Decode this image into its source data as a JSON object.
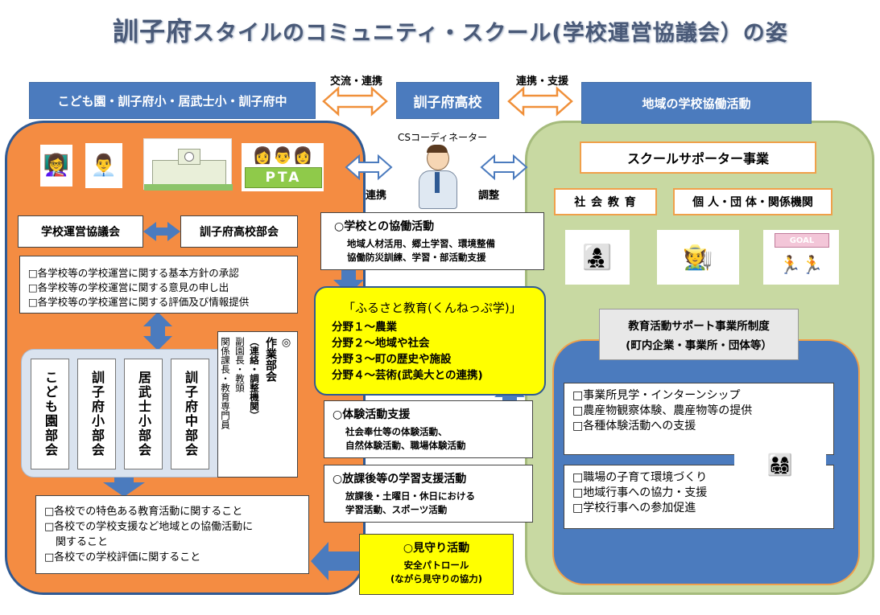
{
  "title": {
    "main": "訓子府",
    "rest": "スタイルのコミュニティ・スクール(学校運営協議会）の姿"
  },
  "top": {
    "left_bar": "こども園・訓子府小・居武士小・訓子府中",
    "center_bar": "訓子府高校",
    "right_bar": "地域の学校協働活動",
    "left_link": "交流・連携",
    "right_link": "連携・支援"
  },
  "coordinator": {
    "label": "CSコーディネーター",
    "left_link": "連携",
    "right_link": "調整"
  },
  "left": {
    "council": "学校運営協議会",
    "hs_division": "訓子府高校部会",
    "roles": [
      "□各学校等の学校運営に関する基本方針の承認",
      "□各学校等の学校運営に関する意見の申し出",
      "□各学校等の学校運営に関する評価及び情報提供"
    ],
    "divisions": [
      "こども園部会",
      "訓子府小部会",
      "居武士小部会",
      "訓子府中部会"
    ],
    "working_group": {
      "mark": "◎",
      "name": "作業部会",
      "note": "（連絡・調整機関）",
      "members1": "副園長・教頭",
      "members2": "関係課長・教育専門員"
    },
    "bottom": [
      "□各校での特色ある教育活動に関すること",
      "□各校での学校支援など地域との協働活動に",
      "関すること",
      "□各校での学校評価に関すること"
    ]
  },
  "center": {
    "collab": {
      "title": "○学校との協働活動",
      "line1": "地域人材活用、郷土学習、環境整備",
      "line2": "協働防災訓練、学習・部活動支援"
    },
    "furusato": {
      "title": "「ふるさと教育(くんねっぷ学)」",
      "items": [
        "分野１～農業",
        "分野２～地域や社会",
        "分野３～町の歴史や施設",
        "分野４～芸術(武美大との連携)"
      ]
    },
    "taiken": {
      "title": "○体験活動支援",
      "line1": "社会奉仕等の体験活動、",
      "line2": "自然体験活動、職場体験活動"
    },
    "houkago": {
      "title": "○放課後等の学習支援活動",
      "line1": "放課後・土曜日・休日における",
      "line2": "学習活動、スポーツ活動"
    },
    "mimamori": {
      "title": "○見守り活動",
      "line1": "安全パトロール",
      "line2": "(ながら見守りの協力)"
    }
  },
  "right": {
    "supporter": "スクールサポーター事業",
    "social_ed": "社 会 教 育",
    "groups": "個 人・団 体・関係機関",
    "goal_sign": "GOAL",
    "support_system": {
      "line1": "教育活動サポート事業所制度",
      "line2": "(町内企業・事業所・団体等）"
    },
    "list1": [
      "□事業所見学・インターンシップ",
      "□農産物観察体験、農産物等の提供",
      "□各種体験活動への支援"
    ],
    "list2": [
      "□職場の子育て環境づくり",
      "□地域行事への協力・支援",
      "□学校行事への参加促進"
    ]
  },
  "pta_sign": "PTA",
  "colors": {
    "orange": "#f48c42",
    "green": "#c8d9a2",
    "blue": "#4b7bbe",
    "yellow": "#ffff00",
    "arrow": "#4b7bbe"
  }
}
